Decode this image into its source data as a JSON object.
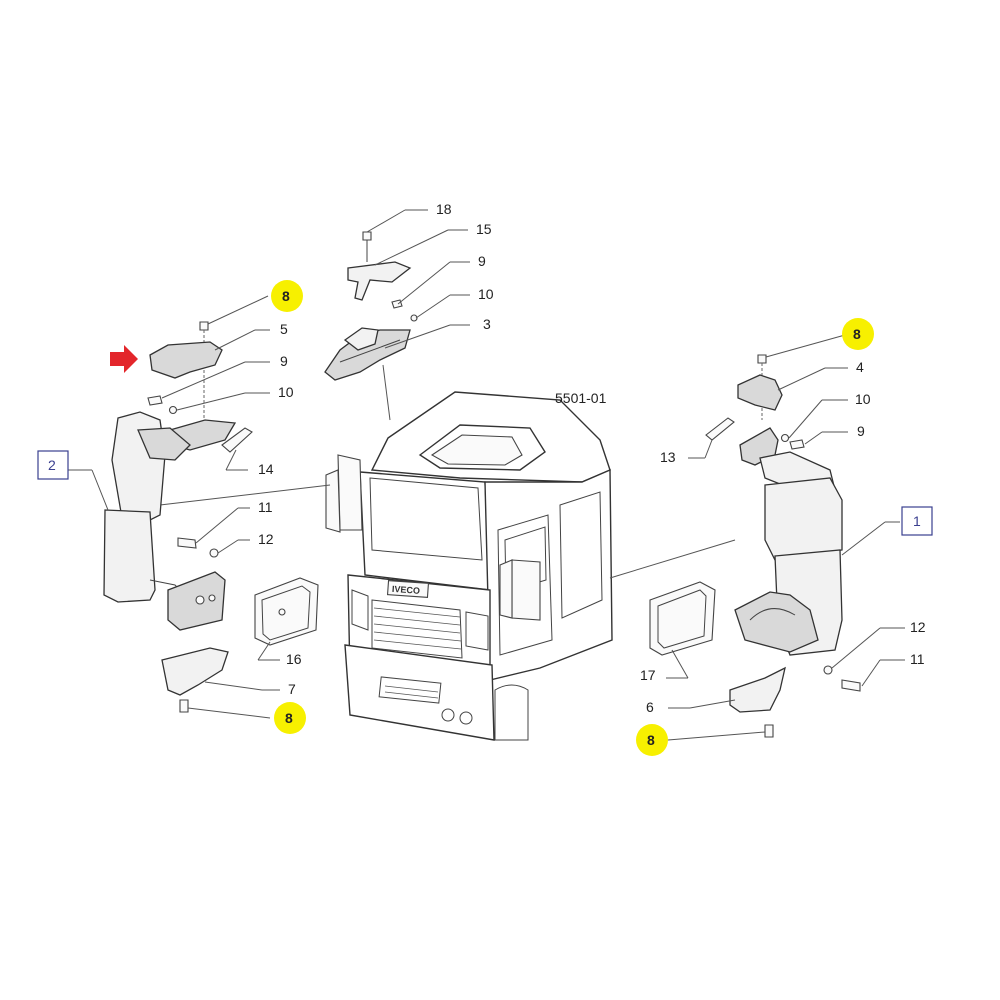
{
  "diagram": {
    "code": "5501-01",
    "highlight_color": "#f7f000",
    "arrow_color": "#e3262b",
    "box_label_color": "#3a3f8f",
    "callouts": {
      "left": {
        "n8_top": "8",
        "n5": "5",
        "n9": "9",
        "n10": "10",
        "n14": "14",
        "box2": "2",
        "n11": "11",
        "n12": "12",
        "n16": "16",
        "n7": "7",
        "n8_bottom": "8"
      },
      "center": {
        "n18": "18",
        "n15": "15",
        "n9": "9",
        "n10": "10",
        "n3": "3"
      },
      "right": {
        "n8_top": "8",
        "n4": "4",
        "n10": "10",
        "n13": "13",
        "n9": "9",
        "box1": "1",
        "n12": "12",
        "n11": "11",
        "n17": "17",
        "n6": "6",
        "n8_bottom": "8"
      }
    },
    "cab_badge": "IVECO"
  }
}
